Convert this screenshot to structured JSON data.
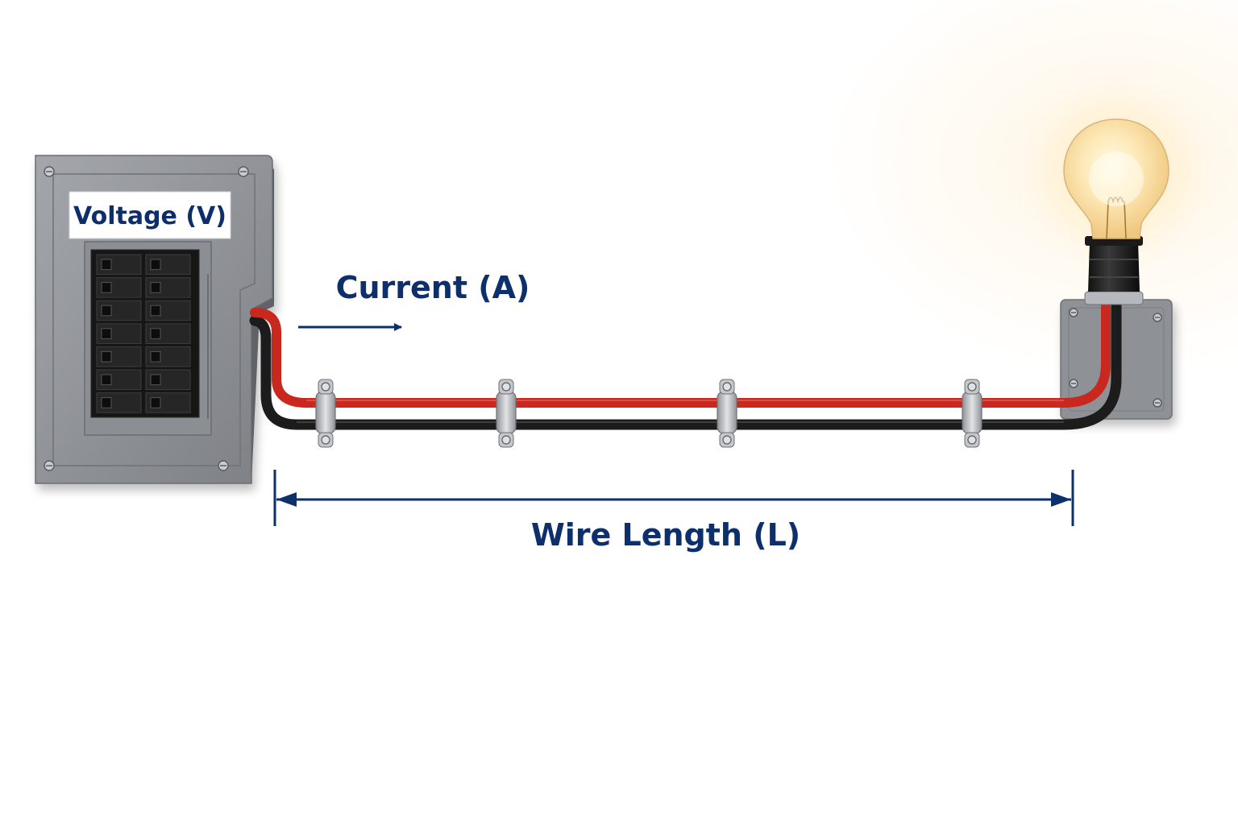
{
  "labels": {
    "voltage": "Voltage (V)",
    "current": "Current (A)",
    "wire_length": "Wire Length (L)"
  },
  "colors": {
    "label_text": "#0d2f6b",
    "arrow": "#0d2f6b",
    "hot_wire": "#c8281e",
    "neutral_wire": "#1c1c1c",
    "panel": "#8a8d91"
  },
  "components": {
    "source": "breaker-panel",
    "load": "light-bulb",
    "conductors": [
      "hot-wire",
      "neutral-wire"
    ],
    "clamp_count": 4,
    "breaker_rows": 7,
    "breaker_columns": 2
  }
}
